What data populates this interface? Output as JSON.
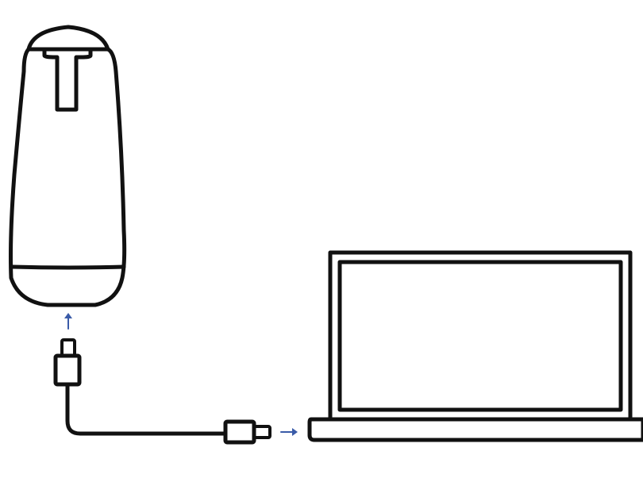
{
  "diagram": {
    "description_colors": {
      "line_color": "#111111",
      "arrow_color": "#3a5ba8",
      "background": "#ffffff"
    },
    "nodes": [
      {
        "id": "camera-device",
        "icon": "conference-camera-icon"
      },
      {
        "id": "usb-c-cable",
        "icon": "usb-cable-icon"
      },
      {
        "id": "laptop",
        "icon": "laptop-icon"
      }
    ],
    "connections": [
      {
        "from": "usb-c-cable",
        "to": "camera-device",
        "direction": "up"
      },
      {
        "from": "usb-c-cable",
        "to": "laptop",
        "direction": "right"
      }
    ]
  }
}
